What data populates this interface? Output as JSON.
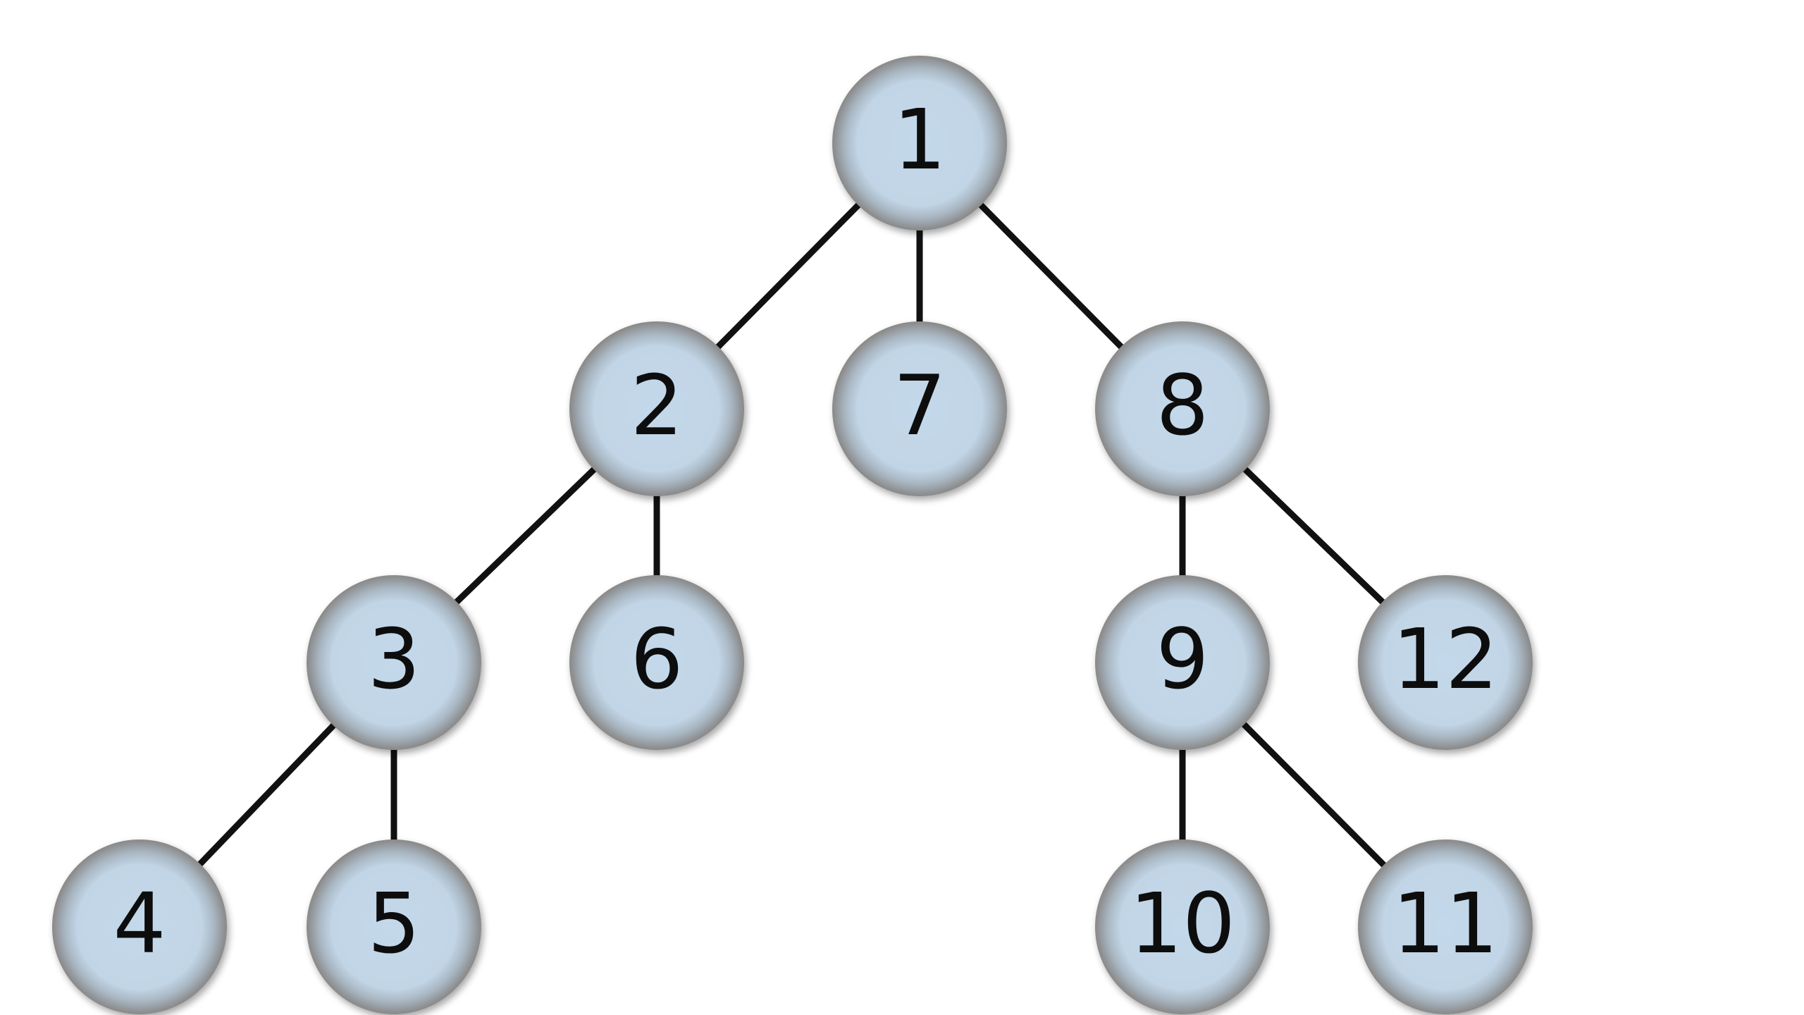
{
  "diagram": {
    "type": "tree",
    "node_fill": "#c3d8ea",
    "node_rim": "#8f8f8f",
    "edge_color": "#111111",
    "nodes": [
      {
        "id": "1",
        "label": "1"
      },
      {
        "id": "2",
        "label": "2"
      },
      {
        "id": "7",
        "label": "7"
      },
      {
        "id": "8",
        "label": "8"
      },
      {
        "id": "3",
        "label": "3"
      },
      {
        "id": "6",
        "label": "6"
      },
      {
        "id": "9",
        "label": "9"
      },
      {
        "id": "12",
        "label": "12"
      },
      {
        "id": "4",
        "label": "4"
      },
      {
        "id": "5",
        "label": "5"
      },
      {
        "id": "10",
        "label": "10"
      },
      {
        "id": "11",
        "label": "11"
      }
    ],
    "edges": [
      {
        "from": "1",
        "to": "2"
      },
      {
        "from": "1",
        "to": "7"
      },
      {
        "from": "1",
        "to": "8"
      },
      {
        "from": "2",
        "to": "3"
      },
      {
        "from": "2",
        "to": "6"
      },
      {
        "from": "3",
        "to": "4"
      },
      {
        "from": "3",
        "to": "5"
      },
      {
        "from": "8",
        "to": "9"
      },
      {
        "from": "8",
        "to": "12"
      },
      {
        "from": "9",
        "to": "10"
      },
      {
        "from": "9",
        "to": "11"
      }
    ]
  }
}
